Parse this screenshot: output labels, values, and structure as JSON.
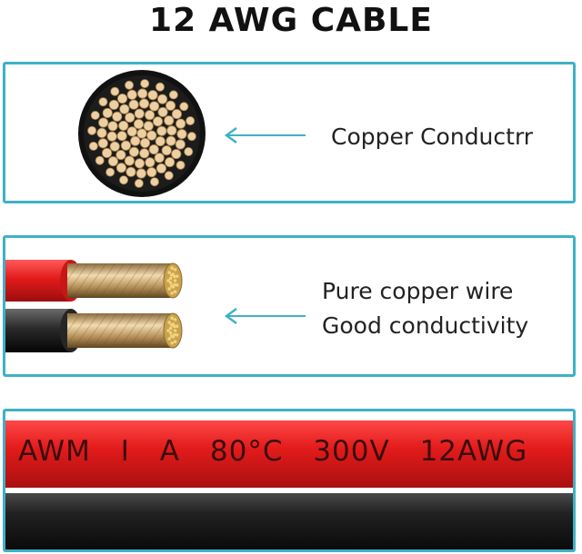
{
  "title": "12 AWG CABLE",
  "panels": [
    {
      "caption_lines": [
        "Copper Conductrr"
      ]
    },
    {
      "caption_lines": [
        "Pure copper wire",
        "Good conductivity"
      ]
    },
    {
      "marking_tokens": [
        "AWM",
        "I",
        "A",
        "80°C",
        "300V",
        "12AWG"
      ]
    }
  ],
  "colors": {
    "border": "#3fb1c6",
    "arrow": "#3fb1c6",
    "red_jacket": "#e31b1b",
    "black_jacket": "#1a1a1a",
    "copper": "#e9c99a"
  },
  "icons": [
    "left-arrow-icon",
    "left-arrow-icon"
  ]
}
